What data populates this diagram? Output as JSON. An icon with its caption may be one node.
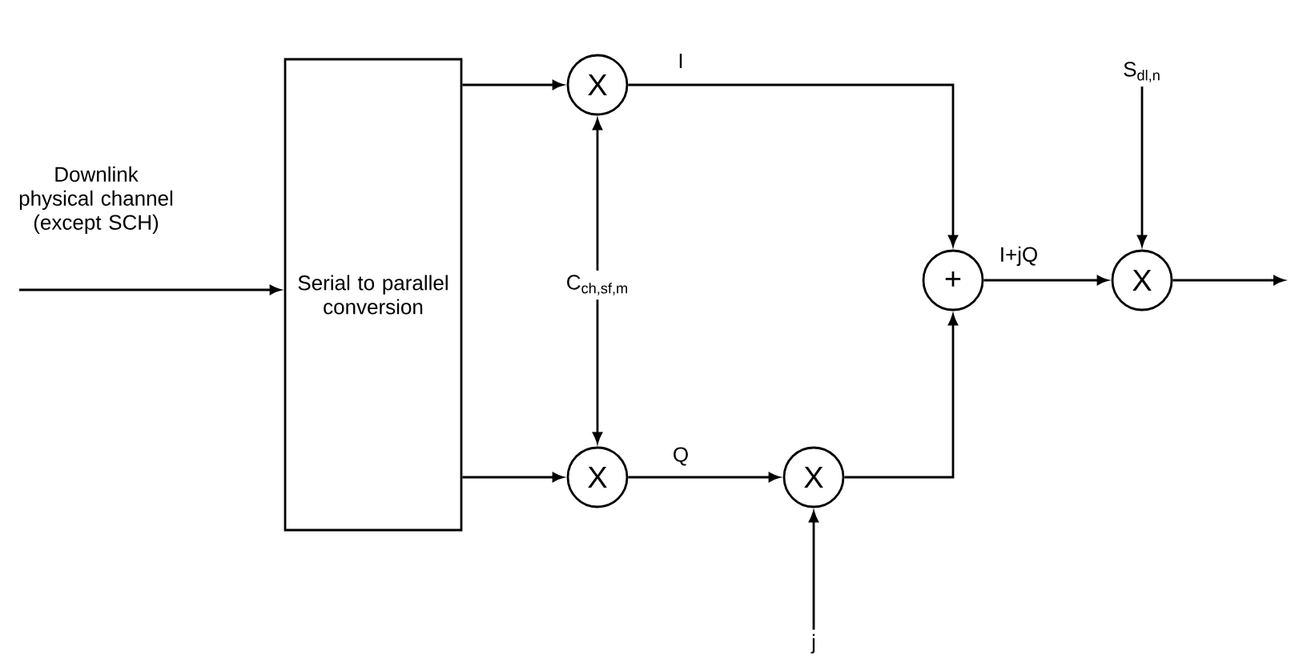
{
  "diagram": {
    "nodes": [
      {
        "text": [
          "Serial to parallel conversion"
        ]
      },
      {
        "text": [
          "X"
        ]
      },
      {
        "text": [
          "X"
        ]
      },
      {
        "text": [
          "C$_{ch,sf,m}$"
        ]
      },
      {
        "text": [
          "X"
        ]
      },
      {
        "text": [
          "j"
        ]
      },
      {
        "text": [
          "+"
        ]
      },
      {
        "text": [
          "X"
        ]
      },
      {
        "text": [
          "S$_{dl,n}$"
        ]
      }
    ],
    "edges": [
      {
        "from": null,
        "to": 0,
        "arrow": "to",
        "label": "Downlink physical channel (except SCH)"
      },
      {
        "from": 0,
        "to": 1,
        "arrow": "to"
      },
      {
        "from": 0,
        "to": 2,
        "arrow": "to"
      },
      {
        "from": 3,
        "to": 1,
        "arrow": "to"
      },
      {
        "from": 3,
        "to": 2,
        "arrow": "to"
      },
      {
        "from": 1,
        "to": 6,
        "arrow": "to",
        "label": "I"
      },
      {
        "from": 2,
        "to": 4,
        "arrow": "to",
        "label": "Q"
      },
      {
        "from": 5,
        "to": 4,
        "arrow": "to"
      },
      {
        "from": 4,
        "to": 6,
        "arrow": "to"
      },
      {
        "from": 6,
        "to": 7,
        "arrow": "to",
        "label": "I+jQ"
      },
      {
        "from": 8,
        "to": 7,
        "arrow": "to"
      },
      {
        "from": 7,
        "to": null,
        "arrow": "to"
      }
    ]
  }
}
